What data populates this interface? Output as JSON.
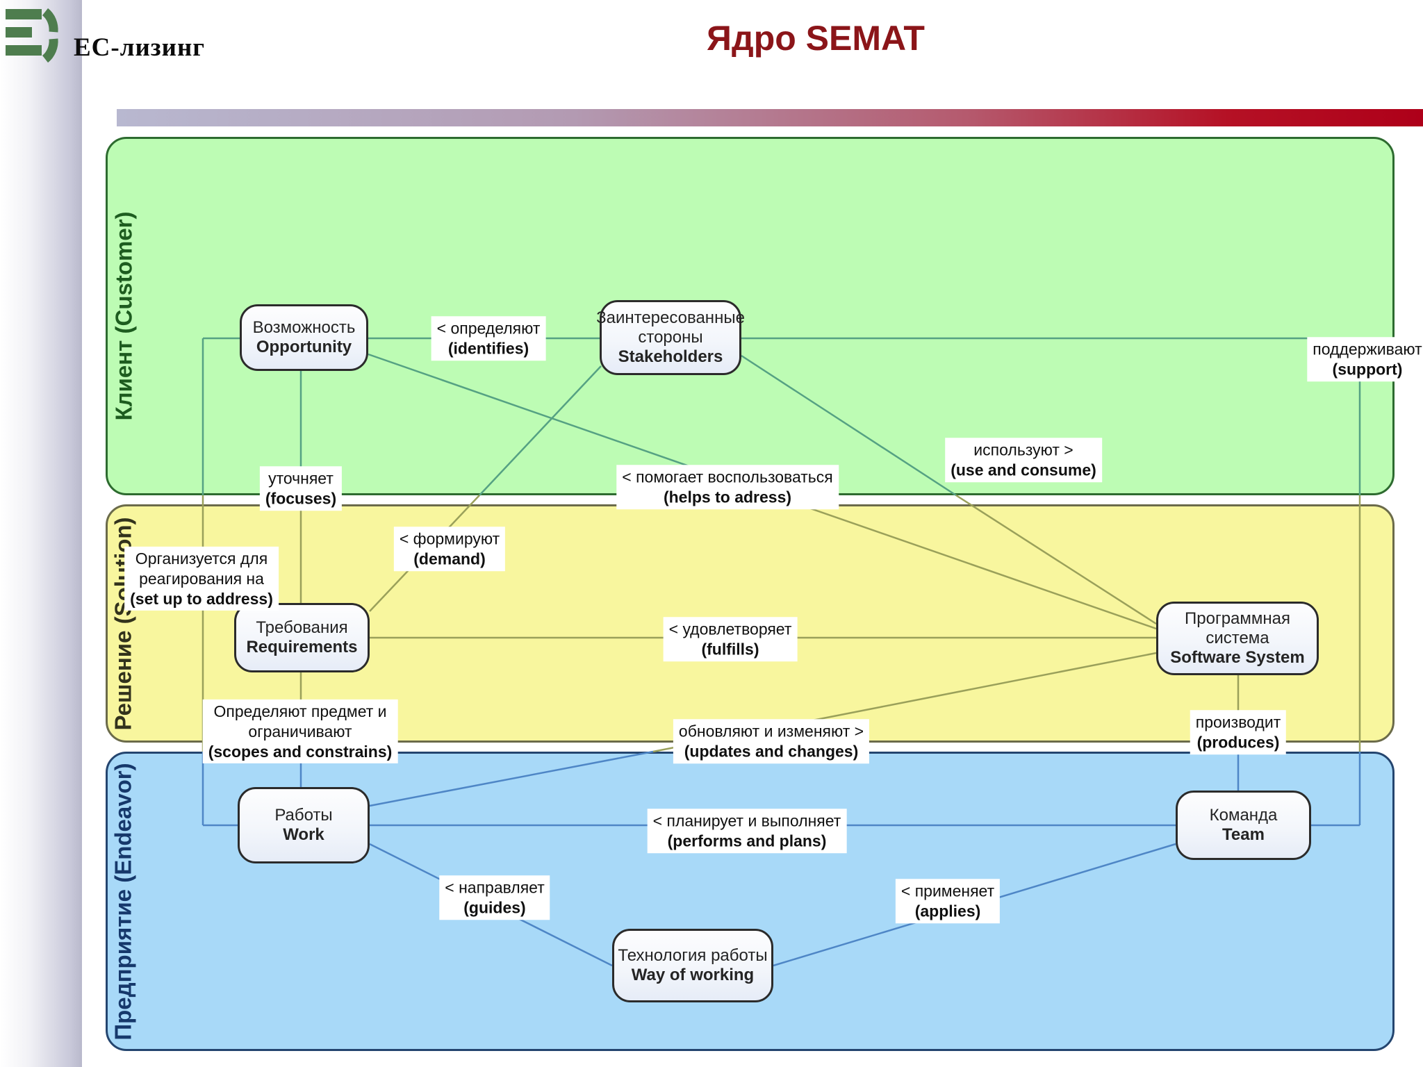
{
  "header": {
    "logo_text": "ЕС-лизинг",
    "title": "Ядро SEMAT"
  },
  "bands": {
    "customer": {
      "label": "Клиент (Customer)"
    },
    "solution": {
      "label": "Решение (Solution)"
    },
    "endeavor": {
      "label": "Предприятие (Endeavor)"
    }
  },
  "nodes": {
    "opportunity": {
      "ru": "Возможность",
      "en": "Opportunity"
    },
    "stakeholders": {
      "ru": "Заинтересованные стороны",
      "en": "Stakeholders"
    },
    "requirements": {
      "ru": "Требования",
      "en": "Requirements"
    },
    "software_system": {
      "ru": "Программная система",
      "en": "Software System"
    },
    "work": {
      "ru": "Работы",
      "en": "Work"
    },
    "team": {
      "ru": "Команда",
      "en": "Team"
    },
    "way_of_working": {
      "ru": "Технология работы",
      "en": "Way of working"
    }
  },
  "edges": {
    "identifies": {
      "ru": "< определяют",
      "en": "(identifies)"
    },
    "support": {
      "ru": "поддерживают",
      "en": "(support)"
    },
    "focuses": {
      "ru": "уточняет",
      "en": "(focuses)"
    },
    "helps_to_adress": {
      "ru": "< помогает воспользоваться",
      "en": "(helps to adress)"
    },
    "use_and_consume": {
      "ru": "используют >",
      "en": "(use and consume)"
    },
    "demand": {
      "ru": "< формируют",
      "en": "(demand)"
    },
    "set_up_to_address": {
      "ru1": "Организуется для",
      "ru2": "реагирования на",
      "en": "(set up to address)"
    },
    "fulfills": {
      "ru": "< удовлетворяет",
      "en": "(fulfills)"
    },
    "scopes_and_constrains": {
      "ru1": "Определяют предмет и",
      "ru2": "ограничивают",
      "en": "(scopes and constrains)"
    },
    "updates_and_changes": {
      "ru": "обновляют и изменяют >",
      "en": "(updates and changes)"
    },
    "produces": {
      "ru": "производит",
      "en": "(produces)"
    },
    "performs_and_plans": {
      "ru": "< планирует и выполняет",
      "en": "(performs and plans)"
    },
    "guides": {
      "ru": "< направляет",
      "en": "(guides)"
    },
    "applies": {
      "ru": "< применяет",
      "en": "(applies)"
    }
  },
  "colors": {
    "title": "#8b1519",
    "logo_green": "#4e7d4e",
    "band_customer_fill": "#bdfcb4",
    "band_solution_fill": "#f8f69e",
    "band_endeavor_fill": "#a8d9f8",
    "band_customer_border": "#2d6b2f",
    "band_solution_border": "#6b6b4a",
    "band_endeavor_border": "#24456f",
    "edge_customer": "#55a183",
    "edge_solution": "#9aa05a",
    "edge_endeavor": "#4e86c6",
    "top_bar_left": "#b8b8d0",
    "top_bar_right": "#ae0019"
  }
}
